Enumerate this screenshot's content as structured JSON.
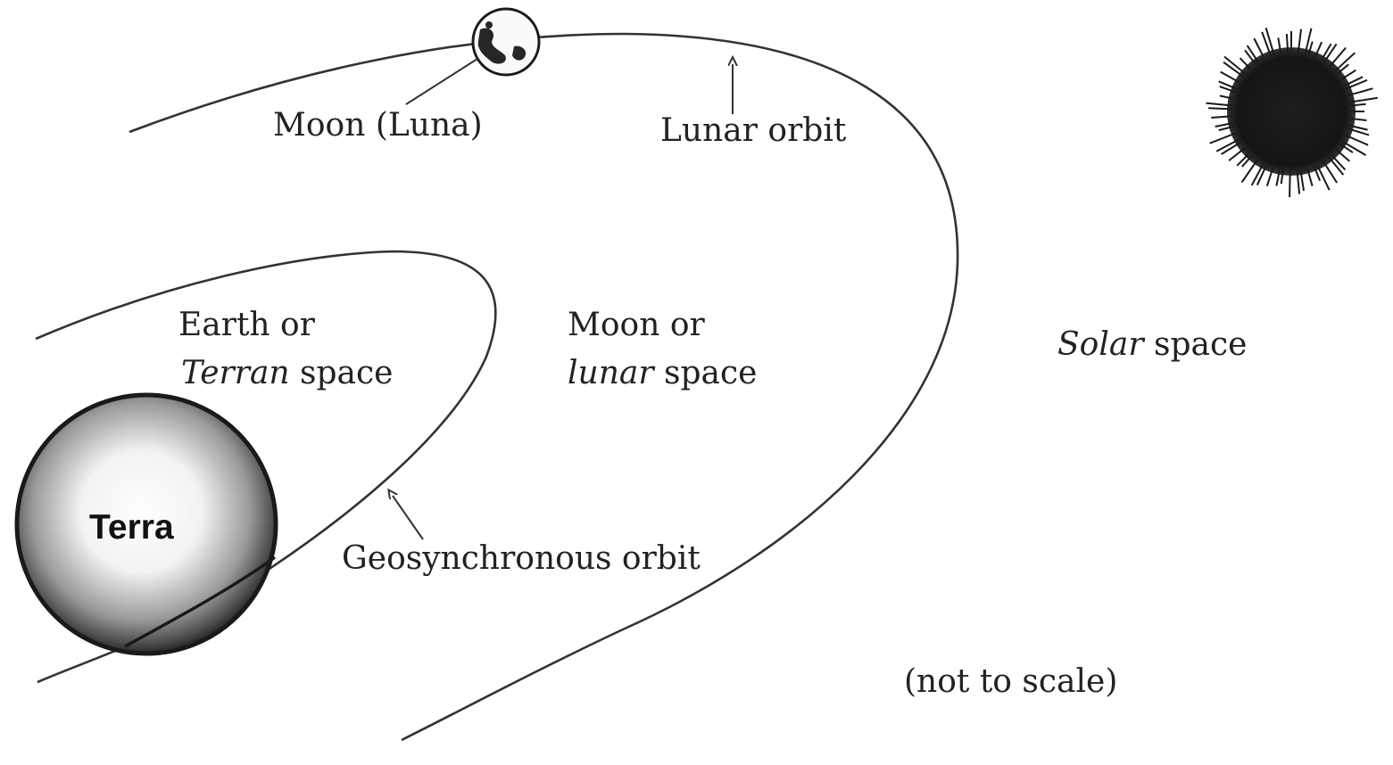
{
  "labels": {
    "moon": "Moon (Luna)",
    "lunar_orbit": "Lunar orbit",
    "earth_space_line1": "Earth or",
    "earth_space_italic": "Terran",
    "earth_space_rest": " space",
    "moon_space_line1": "Moon or",
    "moon_space_italic": "lunar",
    "moon_space_rest": " space",
    "solar_space_italic": "Solar",
    "solar_space_rest": " space",
    "geosync_orbit": "Geosynchronous orbit",
    "terra": "Terra",
    "not_to_scale": "(not to scale)"
  },
  "icons": {
    "earth": "earth-icon",
    "moon": "moon-icon",
    "sun": "sun-icon"
  },
  "colors": {
    "ink": "#222222",
    "background": "#ffffff"
  }
}
